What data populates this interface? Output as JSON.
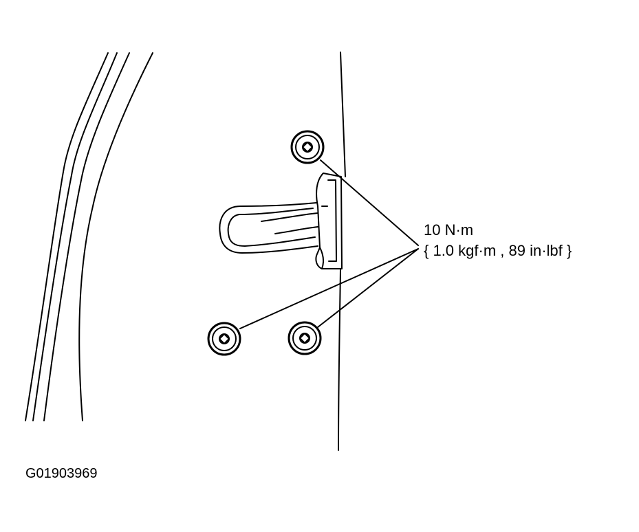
{
  "callout": {
    "torque": "10 N·m",
    "conversion": "{ 1.0 kgf·m , 89 in·lbf }"
  },
  "figure_code": "G01903969",
  "parts": {
    "bolts": [
      "bolt-icon",
      "bolt-icon",
      "bolt-icon"
    ],
    "striker": "door-striker"
  },
  "colors": {
    "ink": "#000000",
    "paper": "#ffffff"
  }
}
